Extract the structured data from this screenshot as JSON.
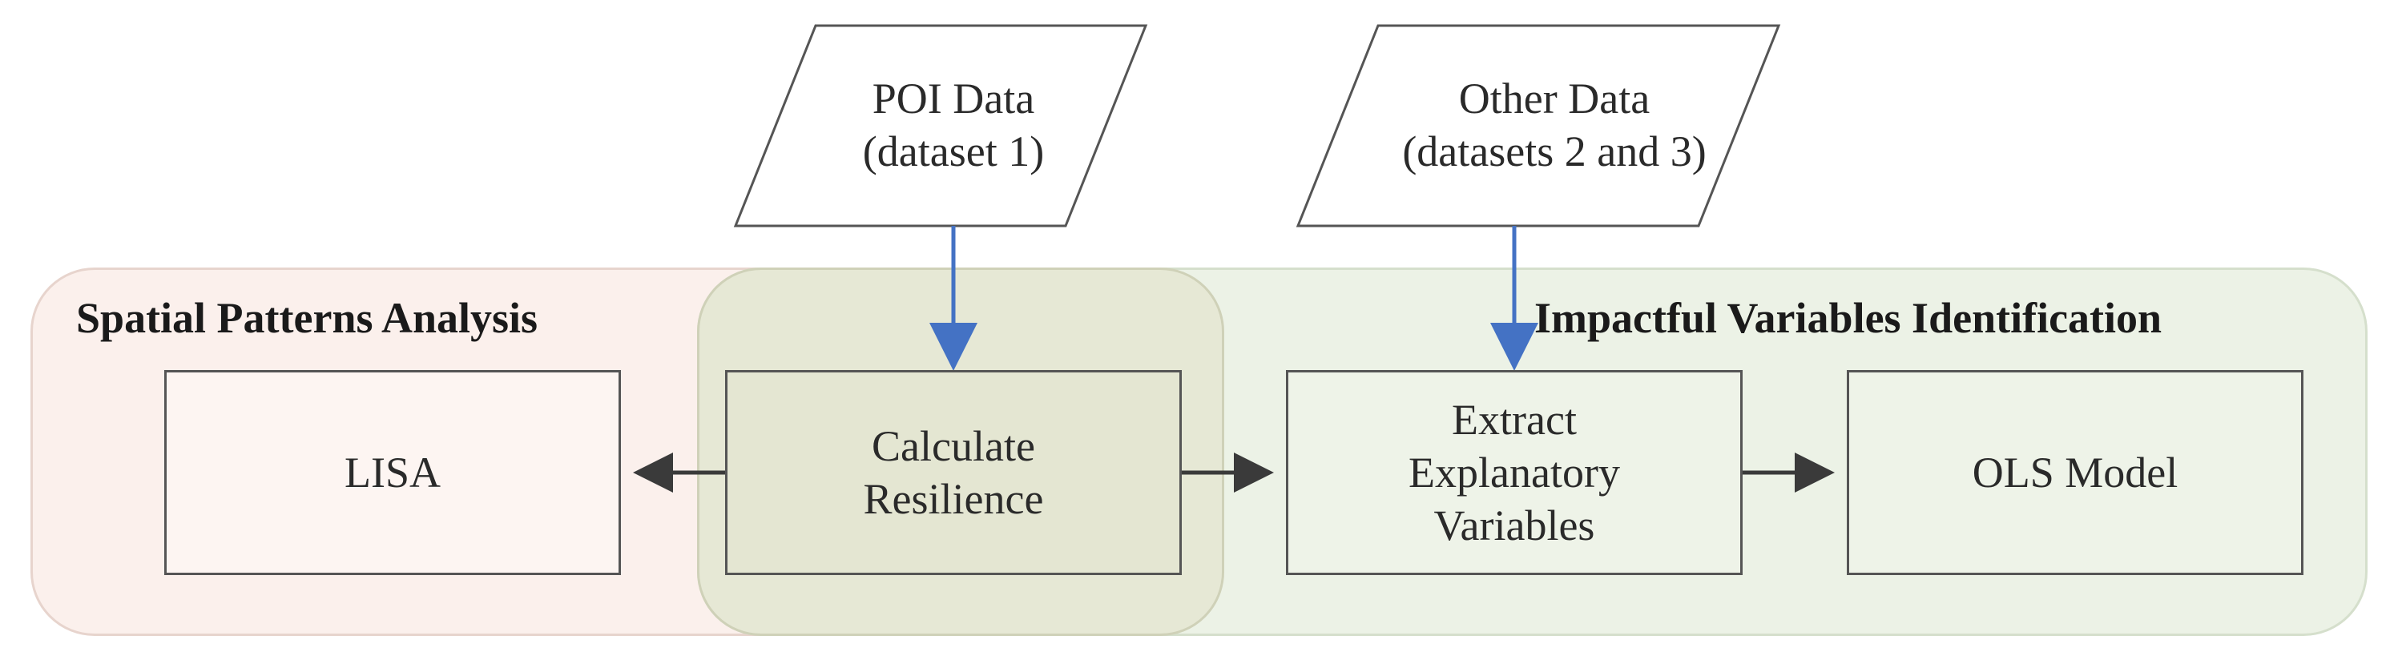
{
  "regions": {
    "spatial": {
      "title": "Spatial Patterns Analysis"
    },
    "impact": {
      "title": "Impactful Variables Identification"
    }
  },
  "inputs": {
    "poi": {
      "label": "POI Data\n(dataset 1)"
    },
    "other": {
      "label": "Other Data\n(datasets 2 and 3)"
    }
  },
  "boxes": {
    "lisa": {
      "label": "LISA"
    },
    "resilience": {
      "label": "Calculate\nResilience"
    },
    "extract": {
      "label": "Extract\nExplanatory\nVariables"
    },
    "ols": {
      "label": "OLS Model"
    }
  },
  "colors": {
    "input_arrow": "#4472c4",
    "flow_arrow": "#3a3a3a"
  }
}
